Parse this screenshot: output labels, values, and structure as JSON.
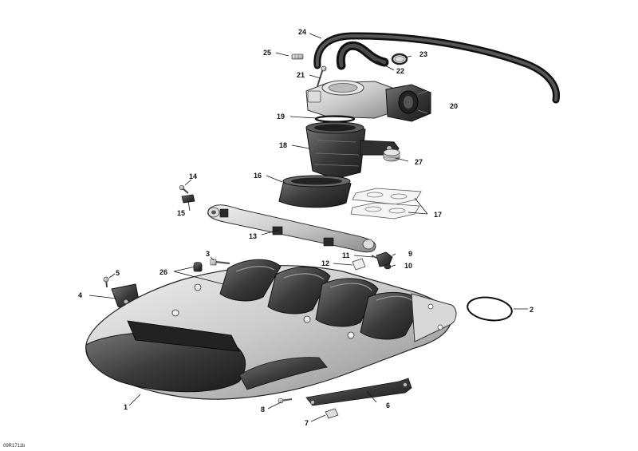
{
  "diagram": {
    "reference": "09R1711b",
    "callouts": [
      {
        "id": "c1",
        "text": "1"
      },
      {
        "id": "c2",
        "text": "2"
      },
      {
        "id": "c3",
        "text": "3"
      },
      {
        "id": "c4",
        "text": "4"
      },
      {
        "id": "c5",
        "text": "5"
      },
      {
        "id": "c6",
        "text": "6"
      },
      {
        "id": "c7",
        "text": "7"
      },
      {
        "id": "c8",
        "text": "8"
      },
      {
        "id": "c9",
        "text": "9"
      },
      {
        "id": "c10",
        "text": "10"
      },
      {
        "id": "c11",
        "text": "11"
      },
      {
        "id": "c12",
        "text": "12"
      },
      {
        "id": "c13",
        "text": "13"
      },
      {
        "id": "c14",
        "text": "14"
      },
      {
        "id": "c15",
        "text": "15"
      },
      {
        "id": "c16",
        "text": "16"
      },
      {
        "id": "c17",
        "text": "17"
      },
      {
        "id": "c18",
        "text": "18"
      },
      {
        "id": "c19",
        "text": "19"
      },
      {
        "id": "c20",
        "text": "20"
      },
      {
        "id": "c21",
        "text": "21"
      },
      {
        "id": "c22",
        "text": "22"
      },
      {
        "id": "c23",
        "text": "23"
      },
      {
        "id": "c24",
        "text": "24"
      },
      {
        "id": "c25",
        "text": "25"
      },
      {
        "id": "c26",
        "text": "26"
      },
      {
        "id": "c27",
        "text": "27"
      }
    ]
  }
}
